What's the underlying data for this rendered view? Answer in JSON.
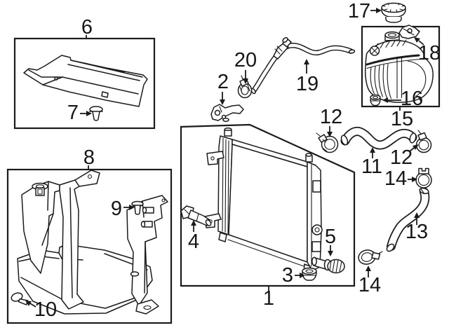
{
  "meta": {
    "background_color": "#ffffff",
    "line_color": "#1b1b1b",
    "label_color": "#161616"
  },
  "callouts": {
    "n1": "1",
    "n2": "2",
    "n3": "3",
    "n4": "4",
    "n5": "5",
    "n6": "6",
    "n7": "7",
    "n8": "8",
    "n9": "9",
    "n10": "10",
    "n11": "11",
    "n12a": "12",
    "n12b": "12",
    "n13": "13",
    "n14a": "14",
    "n14b": "14",
    "n15": "15",
    "n16": "16",
    "n17": "17",
    "n18": "18",
    "n19": "19",
    "n20": "20"
  }
}
